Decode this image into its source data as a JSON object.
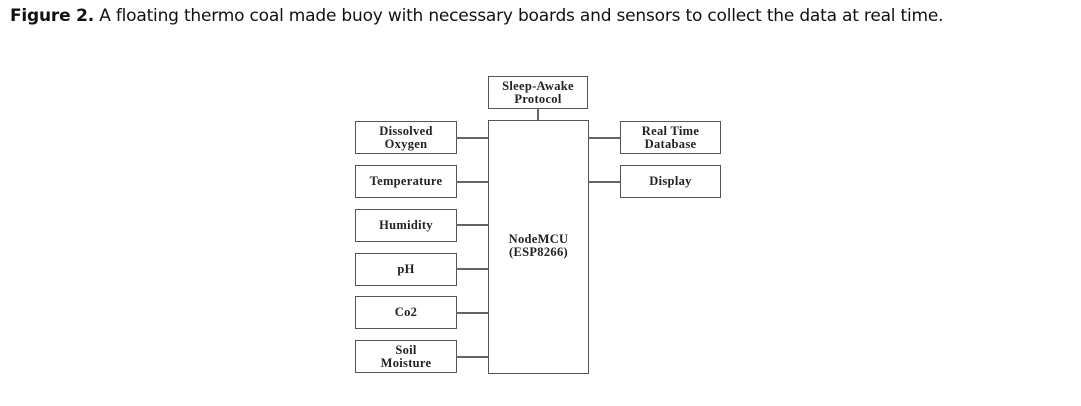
{
  "caption": {
    "label": "Figure 2.",
    "text": " A floating thermo coal made buoy with necessary boards and sensors to collect the data at real time."
  },
  "diagram": {
    "controller": "NodeMCU\n(ESP8266)",
    "protocol": "Sleep-Awake\nProtocol",
    "sensors": [
      "Dissolved\nOxygen",
      "Temperature",
      "Humidity",
      "pH",
      "Co2",
      "Soil\nMoisture"
    ],
    "outputs": [
      "Real Time\nDatabase",
      "Display"
    ]
  }
}
